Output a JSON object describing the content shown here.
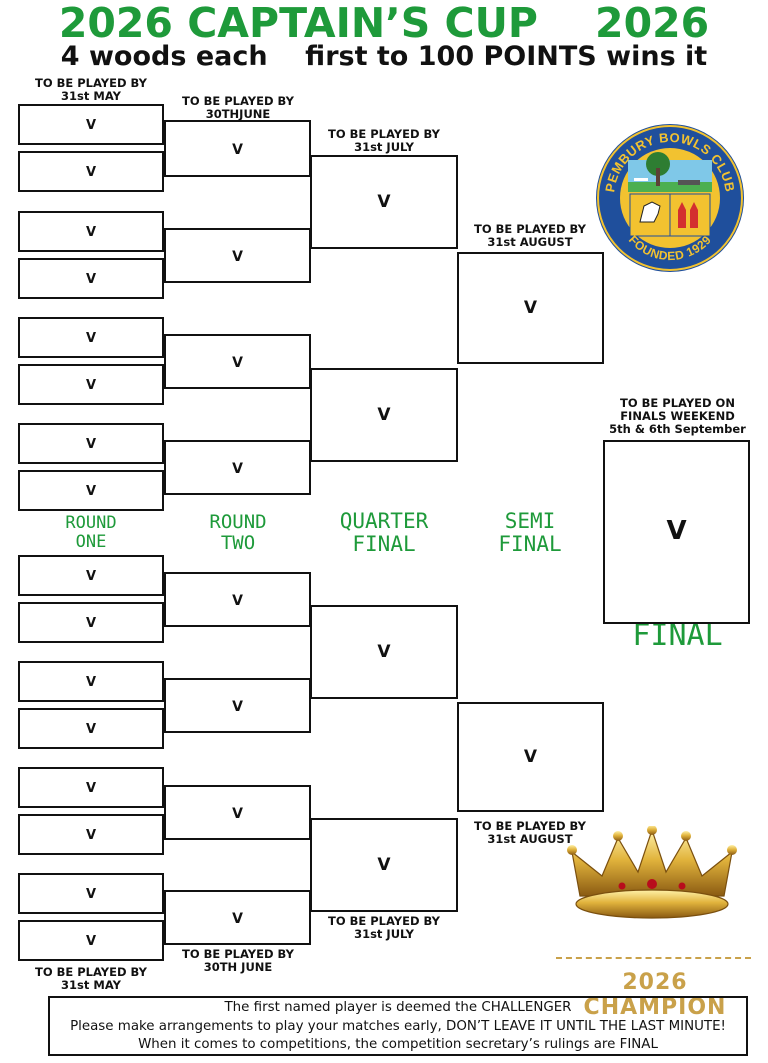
{
  "header": {
    "title": "2026 CAPTAIN’S CUP    2026",
    "subtitle": "4 woods each    first to 100 POINTS wins it"
  },
  "match_label": "V",
  "deadlines": {
    "round_one_top": "TO BE PLAYED BY\n31st MAY",
    "round_one_bottom": "TO BE PLAYED BY\n31st MAY",
    "round_two_top": "TO BE PLAYED BY\n30THJUNE",
    "round_two_bottom": "TO BE PLAYED BY\n30TH JUNE",
    "quarter_top": "TO BE PLAYED BY\n31st JULY",
    "quarter_bottom": "TO BE PLAYED BY\n31st JULY",
    "semi_top": "TO BE PLAYED BY\n31st AUGUST",
    "semi_bottom": "TO BE PLAYED BY\n31st AUGUST",
    "final": "TO BE PLAYED ON\nFINALS WEEKEND\n5th & 6th September"
  },
  "rounds": {
    "round_one": "ROUND\nONE",
    "round_two": "ROUND\nTWO",
    "quarter_final": "QUARTER\nFINAL",
    "semi_final": "SEMI\nFINAL",
    "final": "FINAL"
  },
  "logo": {
    "top_text": "PEMBURY BOWLS CLUB",
    "bottom_text": "FOUNDED 1929"
  },
  "champion": "2026 CHAMPION",
  "footer": {
    "line1": "The first named player is deemed the CHALLENGER",
    "line2": "Please make arrangements to play your matches early, DON’T LEAVE IT UNTIL THE LAST MINUTE!",
    "line3": "When it comes to competitions, the competition secretary’s rulings are FINAL"
  },
  "colors": {
    "green": "#1e9a3a",
    "gold": "#c9a14a",
    "logo_blue": "#1f4f9c",
    "logo_yellow": "#f2c230"
  }
}
